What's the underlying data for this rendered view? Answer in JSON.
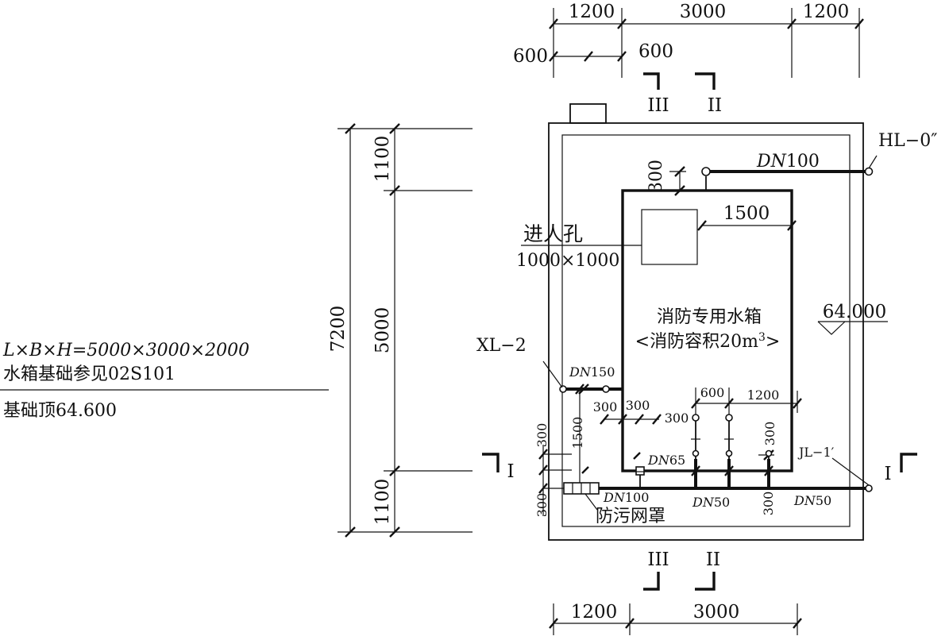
{
  "colors": {
    "ink": "#111111",
    "background": "#ffffff"
  },
  "dims": {
    "top_1200a": "1200",
    "top_3000": "3000",
    "top_1200b": "1200",
    "top_600a": "600",
    "top_600b": "600",
    "left_7200": "7200",
    "left_1100a": "1100",
    "left_5000": "5000",
    "left_1100b": "1100",
    "inner_300_top": "300",
    "inner_1500_top": "1500",
    "inner_300_a": "300",
    "inner_300_b": "300",
    "inner_300_c": "300",
    "inner_600": "600",
    "inner_1200": "1200",
    "inner_300_right": "300",
    "inner_1500_left": "1500",
    "inner_300_left_a": "300",
    "inner_300_left_b": "300",
    "inner_300_bottom": "300",
    "bottom_1200": "1200",
    "bottom_3000": "3000"
  },
  "sections": {
    "s3_top": "III",
    "s2_top": "II",
    "s3_bottom": "III",
    "s2_bottom": "II",
    "s1_left": "I",
    "s1_right": "I"
  },
  "pipes": {
    "dn100_top": {
      "prefix": "DN",
      "size": "100"
    },
    "dn150": {
      "prefix": "DN",
      "size": "150"
    },
    "dn65": {
      "prefix": "DN",
      "size": "65"
    },
    "dn100_bottom": {
      "prefix": "DN",
      "size": "100"
    },
    "dn50_left": {
      "prefix": "DN",
      "size": "50"
    },
    "dn50_right": {
      "prefix": "DN",
      "size": "50"
    }
  },
  "labels": {
    "hl": "HL−0″",
    "xl": "XL−2",
    "jl": "JL−1′",
    "manhole": "进人孔",
    "manhole_size": "1000×1000",
    "tank_name": "消防专用水箱",
    "tank_capacity_prefix": "<消防容积20m",
    "tank_capacity_sup": "3",
    "tank_capacity_suffix": ">",
    "elevation": "64.000",
    "screen_cover": "防污网罩"
  },
  "notes": {
    "line1": "L×B×H=5000×3000×2000",
    "line2": "水箱基础参见02S101",
    "line3": "基础顶64.600"
  }
}
